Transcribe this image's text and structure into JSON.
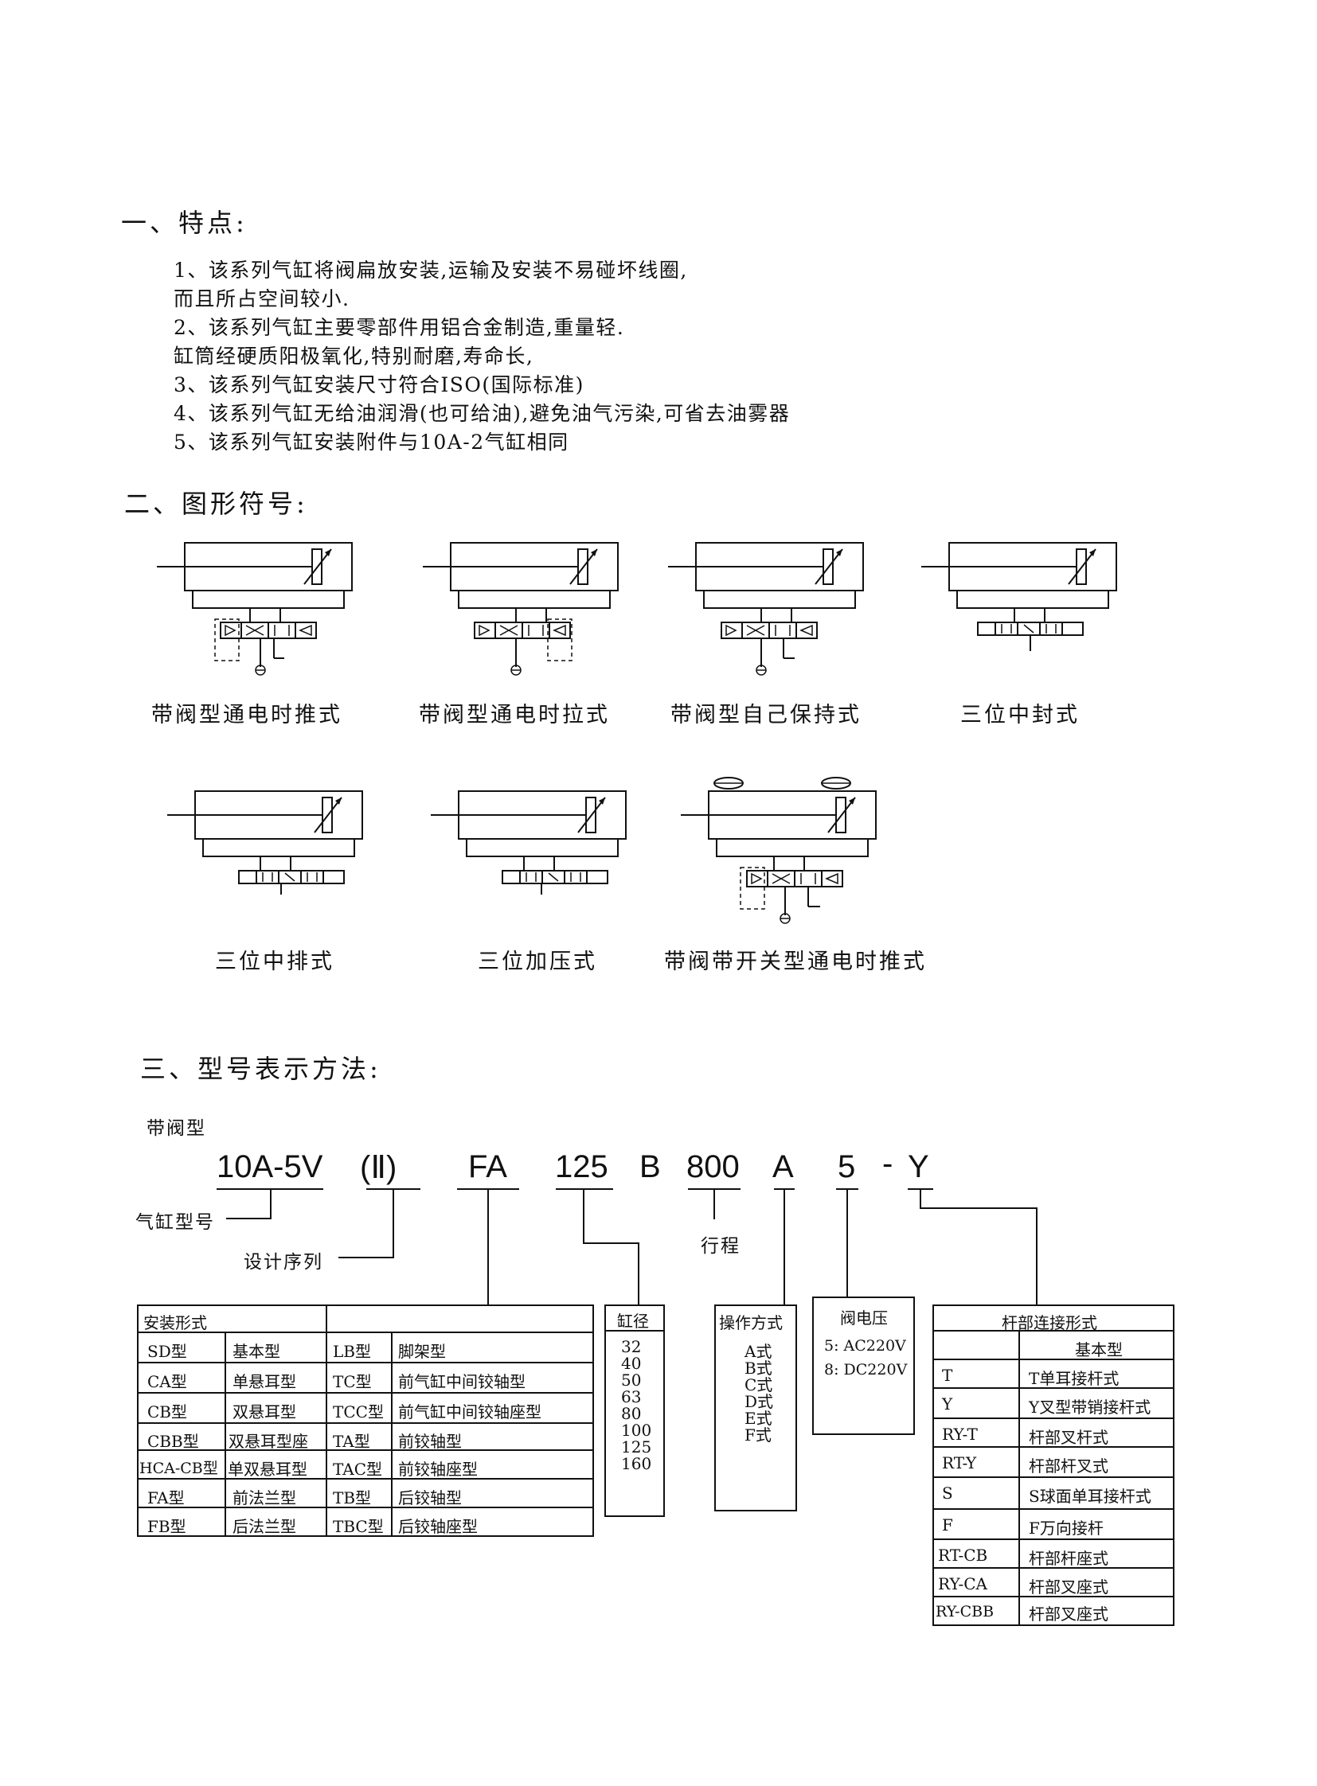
{
  "section1": {
    "title": "一、特点:",
    "lines": [
      "1、该系列气缸将阀扁放安装,运输及安装不易碰坏线圈,",
      "而且所占空间较小.",
      "2、该系列气缸主要零部件用铝合金制造,重量轻.",
      "缸筒经硬质阳极氧化,特别耐磨,寿命长,",
      "3、该系列气缸安装尺寸符合ISO(国际标准)",
      "4、该系列气缸无给油润滑(也可给油),避免油气污染,可省去油雾器",
      "5、该系列气缸安装附件与10A-2气缸相同"
    ]
  },
  "section2": {
    "title": "二、图形符号:",
    "captions": [
      "带阀型通电时推式",
      "带阀型通电时拉式",
      "带阀型自己保持式",
      "三位中封式",
      "三位中排式",
      "三位加压式",
      "带阀带开关型通电时推式"
    ]
  },
  "section3": {
    "title": "三、型号表示方法:",
    "subtitle": "带阀型",
    "code": [
      "10A-5V",
      "(Ⅱ)",
      "FA",
      "125",
      "B",
      "800",
      "A",
      "5",
      "-",
      "Y"
    ],
    "labels": {
      "cylinder_model": "气缸型号",
      "design_series": "设计序列",
      "stroke": "行程"
    },
    "mount": {
      "header": "安装形式",
      "rows": [
        [
          "SD型",
          "基本型",
          "LB型",
          "脚架型"
        ],
        [
          "CA型",
          "单悬耳型",
          "TC型",
          "前气缸中间铰轴型"
        ],
        [
          "CB型",
          "双悬耳型",
          "TCC型",
          "前气缸中间铰轴座型"
        ],
        [
          "CBB型",
          "双悬耳型座",
          "TA型",
          "前铰轴型"
        ],
        [
          "HCA-CB型",
          "单双悬耳型",
          "TAC型",
          "前铰轴座型"
        ],
        [
          "FA型",
          "前法兰型",
          "TB型",
          "后铰轴型"
        ],
        [
          "FB型",
          "后法兰型",
          "TBC型",
          "后铰轴座型"
        ]
      ]
    },
    "bore": {
      "header": "缸径",
      "values": [
        "32",
        "40",
        "50",
        "63",
        "80",
        "100",
        "125",
        "160"
      ]
    },
    "operation": {
      "header": "操作方式",
      "values": [
        "A式",
        "B式",
        "C式",
        "D式",
        "E式",
        "F式"
      ]
    },
    "voltage": {
      "header": "阀电压",
      "values": [
        "5: AC220V",
        "8: DC220V"
      ]
    },
    "rod": {
      "header": "杆部连接形式",
      "rows": [
        [
          "",
          "基本型"
        ],
        [
          "T",
          "T单耳接杆式"
        ],
        [
          "Y",
          "Y叉型带销接杆式"
        ],
        [
          "RY-T",
          "杆部叉杆式"
        ],
        [
          "RT-Y",
          "杆部杆叉式"
        ],
        [
          "S",
          "S球面单耳接杆式"
        ],
        [
          "F",
          "F万向接杆"
        ],
        [
          "RT-CB",
          "杆部杆座式"
        ],
        [
          "RY-CA",
          "杆部叉座式"
        ],
        [
          "RY-CBB",
          "杆部叉座式"
        ]
      ]
    }
  }
}
